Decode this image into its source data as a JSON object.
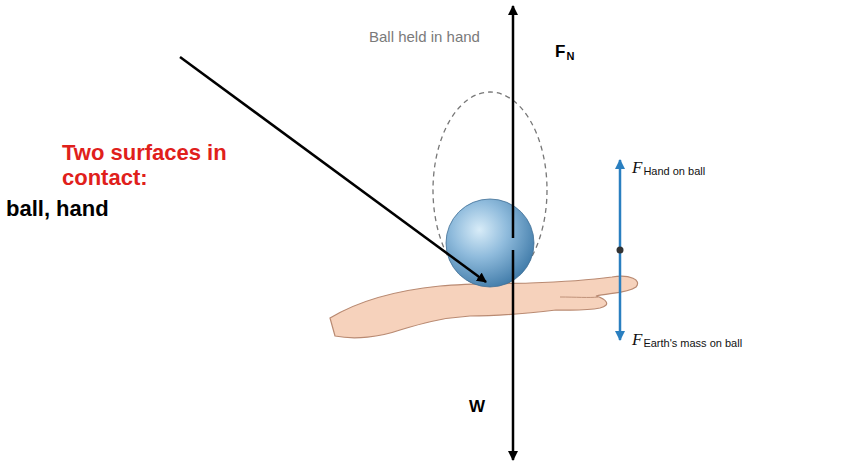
{
  "diagram": {
    "labels": [
      "Ball held in hand",
      "F",
      "N",
      "Two surfaces in contact:",
      "ball, hand",
      "F",
      "Hand on ball",
      "F",
      "Earth's mass on ball",
      "W"
    ]
  }
}
